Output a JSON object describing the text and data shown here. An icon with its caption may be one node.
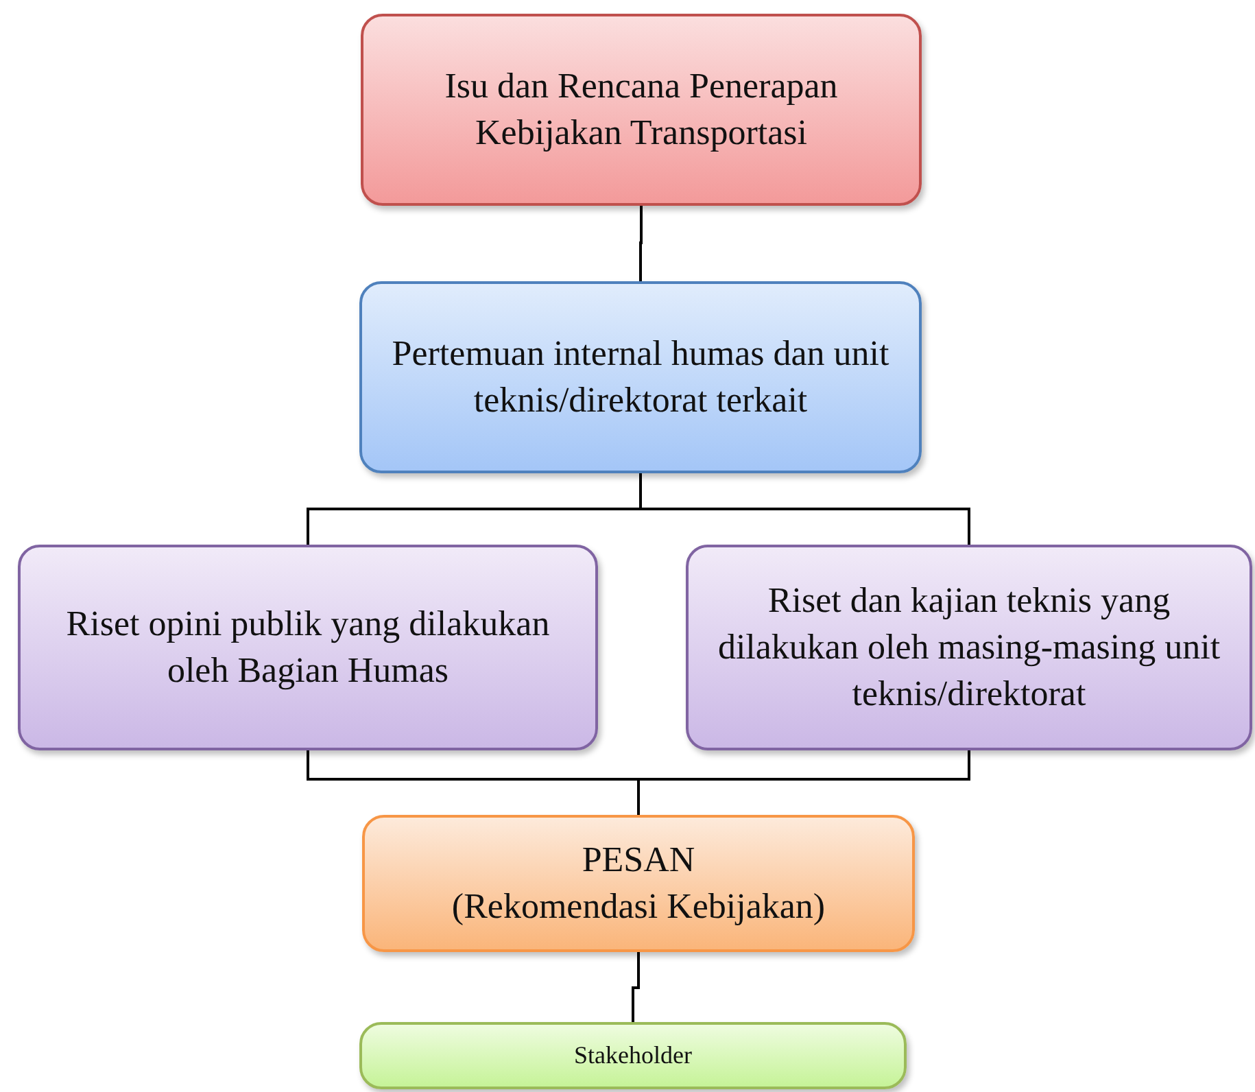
{
  "diagram": {
    "nodes": [
      {
        "text": [
          "Isu dan Rencana Penerapan Kebijakan Transportasi"
        ]
      },
      {
        "text": [
          "Pertemuan internal humas dan unit teknis/direktorat terkait"
        ]
      },
      {
        "text": [
          "Riset opini publik yang dilakukan oleh Bagian Humas"
        ]
      },
      {
        "text": [
          "Riset dan kajian teknis yang dilakukan oleh masing-masing unit teknis/direktorat"
        ]
      },
      {
        "text": [
          "PESAN",
          "(Rekomendasi Kebijakan)"
        ]
      },
      {
        "text": [
          "Stakeholder"
        ]
      }
    ],
    "edges": [
      {
        "from": 0,
        "to": 1,
        "arrow": "none"
      },
      {
        "from": 1,
        "to": 2,
        "arrow": "none"
      },
      {
        "from": 1,
        "to": 3,
        "arrow": "none"
      },
      {
        "from": 2,
        "to": 4,
        "arrow": "none"
      },
      {
        "from": 3,
        "to": 4,
        "arrow": "none"
      },
      {
        "from": 4,
        "to": 5,
        "arrow": "none"
      }
    ]
  }
}
